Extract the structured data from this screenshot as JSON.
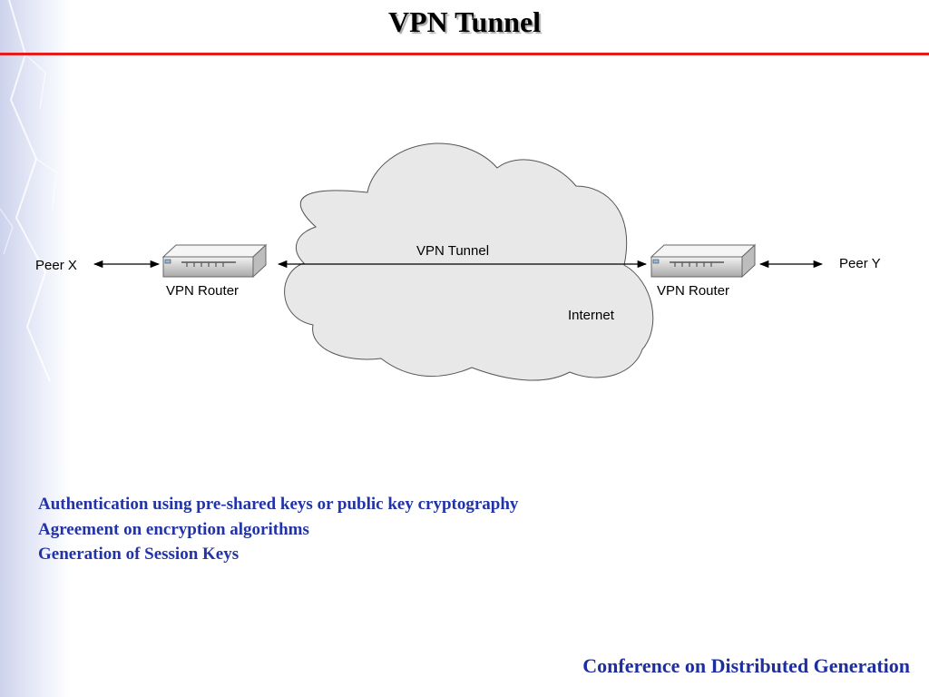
{
  "slide": {
    "title": "VPN Tunnel",
    "footer": "Conference on Distributed Generation"
  },
  "diagram": {
    "peer_left": "Peer X",
    "peer_right": "Peer Y",
    "router_left": "VPN Router",
    "router_right": "VPN Router",
    "tunnel_label": "VPN Tunnel",
    "cloud_label": "Internet"
  },
  "bullets": [
    "Authentication using pre-shared keys or public key cryptography",
    "Agreement on encryption algorithms",
    "Generation of Session Keys"
  ],
  "colors": {
    "title_rule": "#e41c1c",
    "bullet_text": "#2233a8",
    "cloud_fill": "#e8e8e8"
  }
}
